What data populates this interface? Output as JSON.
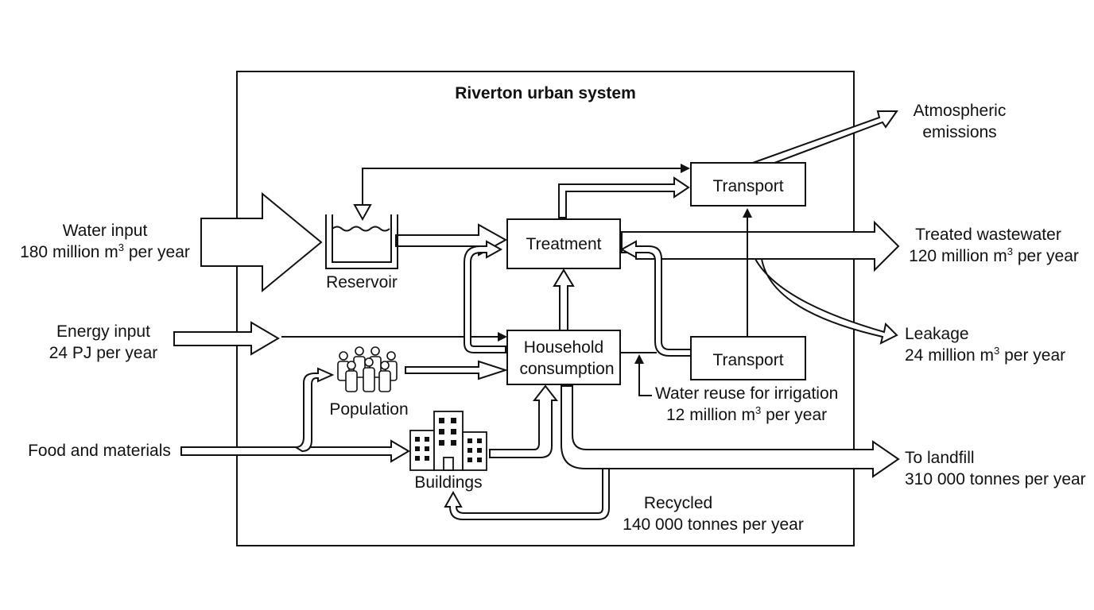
{
  "system_title": "Riverton urban system",
  "inputs": {
    "water_label": "Water input",
    "water_value_pre": "180 million m",
    "water_value_sup": "3",
    "water_value_post": " per year",
    "energy_label": "Energy input",
    "energy_value": "24 PJ per year",
    "food_label": "Food and materials"
  },
  "nodes": {
    "reservoir": "Reservoir",
    "treatment": "Treatment",
    "household_line1": "Household",
    "household_line2": "consumption",
    "transport_top": "Transport",
    "transport_bottom": "Transport",
    "population": "Population",
    "buildings": "Buildings"
  },
  "outputs": {
    "emissions_line1": "Atmospheric",
    "emissions_line2": "emissions",
    "wastewater_label": "Treated wastewater",
    "wastewater_value_pre": "120 million m",
    "wastewater_value_sup": "3",
    "wastewater_value_post": " per year",
    "leakage_label": "Leakage",
    "leakage_value_pre": "24 million m",
    "leakage_value_sup": "3",
    "leakage_value_post": " per year",
    "landfill_label": "To landfill",
    "landfill_value": "310 000 tonnes per year"
  },
  "internal_flows": {
    "reuse_label": "Water reuse for irrigation",
    "reuse_value_pre": "12 million m",
    "reuse_value_sup": "3",
    "reuse_value_post": " per year",
    "recycled_label": "Recycled",
    "recycled_value": "140 000 tonnes per year"
  }
}
